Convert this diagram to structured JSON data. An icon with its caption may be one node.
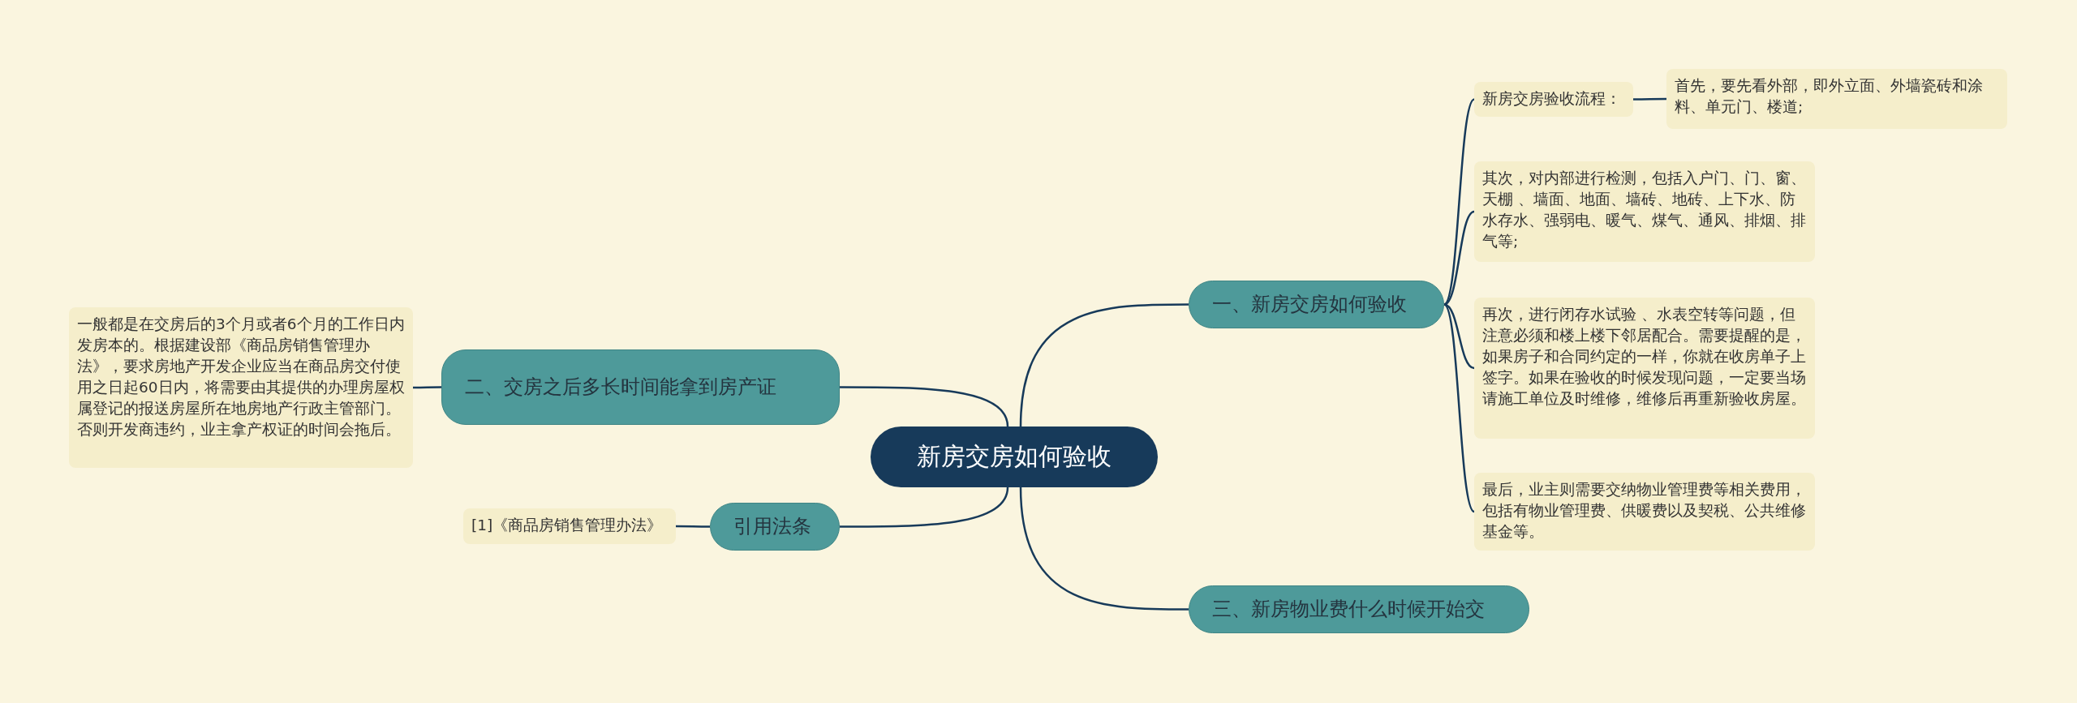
{
  "diagram": {
    "nodes": [
      {
        "text": [
          "新房交房如何验收"
        ]
      },
      {
        "text": [
          "一、新房交房如何验收"
        ]
      },
      {
        "text": [
          "新房交房验收流程："
        ]
      },
      {
        "text": [
          "首先，要先看外部，即外立面、外墙瓷砖和涂料、单元门、楼道;"
        ]
      },
      {
        "text": [
          "其次，对内部进行检测，包括入户门、门、窗、天棚 、墙面、地面、墙砖、地砖、上下水、防水存水、强弱电、暖气、煤气、通风、排烟、排气等;"
        ]
      },
      {
        "text": [
          "再次，进行闭存水试验 、水表空转等问题，但注意必须和楼上楼下邻居配合。需要提醒的是，如果房子和合同约定的一样，你就在收房单子上签字。如果在验收的时候发现问题，一定要当场请施工单位及时维修，维修后再重新验收房屋。"
        ]
      },
      {
        "text": [
          "最后，业主则需要交纳物业管理费等相关费用，包括有物业管理费、供暖费以及契税、公共维修基金等。"
        ]
      },
      {
        "text": [
          "三、新房物业费什么时候开始交"
        ]
      },
      {
        "text": [
          "二、交房之后多长时间能拿到房产证"
        ]
      },
      {
        "text": [
          "一般都是在交房后的3个月或者6个月的工作日内发房本的。根据建设部《商品房销售管理办法》，要求房地产开发企业应当在商品房交付使用之日起60日内，将需要由其提供的办理房屋权属登记的报送房屋所在地房地产行政主管部门。否则开发商违约，业主拿产权证的时间会拖后。"
        ]
      },
      {
        "text": [
          "引用法条"
        ]
      },
      {
        "text": [
          "[1]《商品房销售管理办法》"
        ]
      }
    ],
    "edges": [
      {
        "from": 0,
        "to": 1,
        "arrow": "none"
      },
      {
        "from": 1,
        "to": 2,
        "arrow": "none"
      },
      {
        "from": 2,
        "to": 3,
        "arrow": "none"
      },
      {
        "from": 1,
        "to": 4,
        "arrow": "none"
      },
      {
        "from": 1,
        "to": 5,
        "arrow": "none"
      },
      {
        "from": 1,
        "to": 6,
        "arrow": "none"
      },
      {
        "from": 0,
        "to": 7,
        "arrow": "none"
      },
      {
        "from": 0,
        "to": 8,
        "arrow": "none"
      },
      {
        "from": 8,
        "to": 9,
        "arrow": "none"
      },
      {
        "from": 0,
        "to": 10,
        "arrow": "none"
      },
      {
        "from": 10,
        "to": 11,
        "arrow": "none"
      }
    ]
  }
}
